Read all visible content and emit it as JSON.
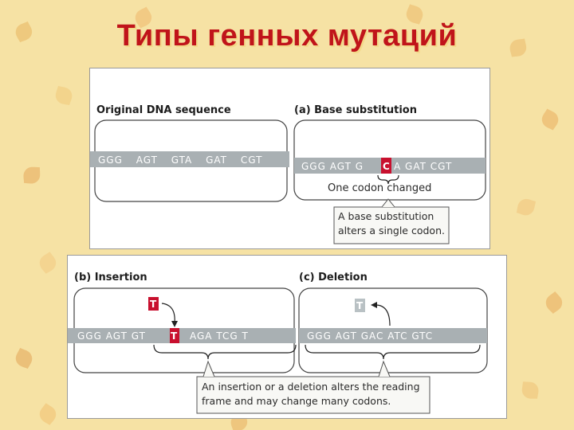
{
  "slide": {
    "title": "Типы генных мутаций"
  },
  "colors": {
    "mutation_red": "#c8102e",
    "strand_gray": "#a9b0b3",
    "deleted_gray": "#b9c1c4",
    "title_red": "#c0141a"
  },
  "original": {
    "label": "Original DNA sequence",
    "codons": [
      "GGG",
      "AGT",
      "GTA",
      "GAT",
      "CGT"
    ]
  },
  "substitution": {
    "label": "(a)  Base substitution",
    "seq_before": "GGG  AGT  G",
    "changed_base": "C",
    "seq_after": "A  GAT  CGT",
    "caption": "One codon changed",
    "note": [
      "A base substitution",
      "alters a single codon."
    ]
  },
  "insertion": {
    "label": "(b)  Insertion",
    "inserted_base": "T",
    "seq_before": "GGG  AGT  GT",
    "seq_after": "AGA  TCG      T"
  },
  "deletion": {
    "label": "(c)  Deletion",
    "deleted_base": "T",
    "seq": "GGG  AGT  GAC  ATC  GTC"
  },
  "shared_note": [
    "An insertion or a deletion alters the reading",
    "frame and may change many codons."
  ]
}
